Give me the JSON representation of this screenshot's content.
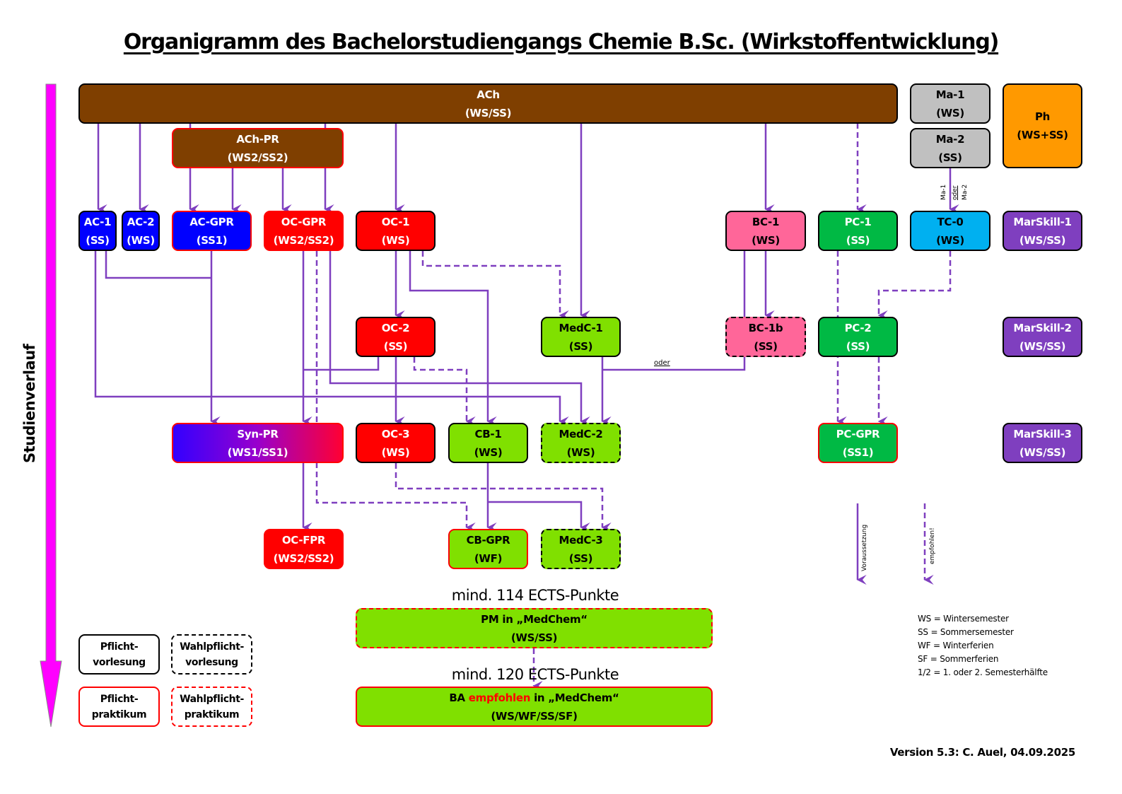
{
  "title": "Organigramm des Bachelorstudiengangs Chemie B.Sc. (Wirkstoffentwicklung)",
  "axis_label": "Studienverlauf",
  "colors": {
    "arrow": "#7f3fbf",
    "timeline_arrow": "#ff00ff",
    "ach": "#7f3f00",
    "math": "#c0c0c0",
    "physics": "#ff9900",
    "ac": "#0000ff",
    "oc": "#ff0000",
    "bc": "#ff6699",
    "pc": "#00b944",
    "tc": "#00b0f0",
    "medchem": "#80e000",
    "marskill": "#7f3fbf"
  },
  "nodes": {
    "ach": {
      "name": "ACh",
      "term": "(WS/SS)"
    },
    "ach_pr": {
      "name": "ACh-PR",
      "term": "(WS2/SS2)"
    },
    "ma1": {
      "name": "Ma-1",
      "term": "(WS)"
    },
    "ma2": {
      "name": "Ma-2",
      "term": "(SS)"
    },
    "ph": {
      "name": "Ph",
      "term": "(WS+SS)"
    },
    "ac1": {
      "name": "AC-1",
      "term": "(SS)"
    },
    "ac2": {
      "name": "AC-2",
      "term": "(WS)"
    },
    "ac_gpr": {
      "name": "AC-GPR",
      "term": "(SS1)"
    },
    "oc_gpr": {
      "name": "OC-GPR",
      "term": "(WS2/SS2)"
    },
    "oc1": {
      "name": "OC-1",
      "term": "(WS)"
    },
    "bc1": {
      "name": "BC-1",
      "term": "(WS)"
    },
    "pc1": {
      "name": "PC-1",
      "term": "(SS)"
    },
    "tc0": {
      "name": "TC-0",
      "term": "(WS)"
    },
    "marskill1": {
      "name": "MarSkill-1",
      "term": "(WS/SS)"
    },
    "oc2": {
      "name": "OC-2",
      "term": "(SS)"
    },
    "medc1": {
      "name": "MedC-1",
      "term": "(SS)"
    },
    "bc1b": {
      "name": "BC-1b",
      "term": "(SS)"
    },
    "pc2": {
      "name": "PC-2",
      "term": "(SS)"
    },
    "marskill2": {
      "name": "MarSkill-2",
      "term": "(WS/SS)"
    },
    "syn_pr": {
      "name": "Syn-PR",
      "term": "(WS1/SS1)"
    },
    "oc3": {
      "name": "OC-3",
      "term": "(WS)"
    },
    "cb1": {
      "name": "CB-1",
      "term": "(WS)"
    },
    "medc2": {
      "name": "MedC-2",
      "term": "(WS)"
    },
    "pc_gpr": {
      "name": "PC-GPR",
      "term": "(SS1)"
    },
    "marskill3": {
      "name": "MarSkill-3",
      "term": "(WS/SS)"
    },
    "oc_fpr": {
      "name": "OC-FPR",
      "term": "(WS2/SS2)"
    },
    "cb_gpr": {
      "name": "CB-GPR",
      "term": "(WF)"
    },
    "medc3": {
      "name": "MedC-3",
      "term": "(SS)"
    },
    "pm": {
      "name": "PM in „MedChem“",
      "term": "(WS/SS)"
    },
    "ba": {
      "name_prefix": "BA",
      "name_highlight": "empfohlen",
      "name_suffix": "in „MedChem“",
      "term": "(WS/WF/SS/SF)"
    }
  },
  "ects": {
    "pm": "mind. 114 ECTS-Punkte",
    "ba": "mind. 120 ECTS-Punkte"
  },
  "connector_labels": {
    "ma_path": [
      "Ma-1",
      "oder",
      "Ma-2"
    ],
    "medc_bc": "oder"
  },
  "arrow_legend": {
    "solid": "Voraussetzung",
    "dashed": "empfohlen!"
  },
  "box_legend": [
    {
      "line1": "Pflicht-",
      "line2": "vorlesung"
    },
    {
      "line1": "Wahlpflicht-",
      "line2": "vorlesung"
    },
    {
      "line1": "Pflicht-",
      "line2": "praktikum"
    },
    {
      "line1": "Wahlpflicht-",
      "line2": "praktikum"
    }
  ],
  "abbreviations": [
    "WS = Wintersemester",
    "SS = Sommersemester",
    "WF = Winterferien",
    "SF = Sommerferien",
    "1/2 = 1. oder 2. Semesterhälfte"
  ],
  "version": "Version 5.3: C. Auel, 04.09.2025"
}
